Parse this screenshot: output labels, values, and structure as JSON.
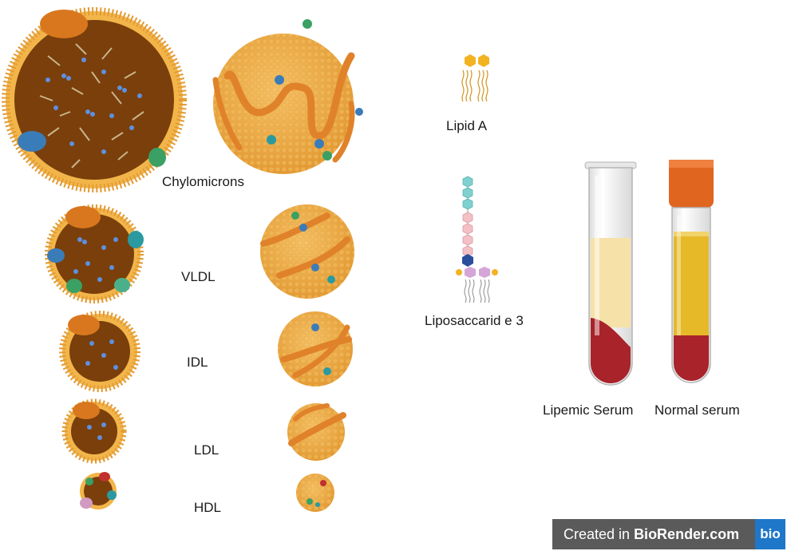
{
  "labels": {
    "chylomicrons": "Chylomicrons",
    "vldl": "VLDL",
    "idl": "IDL",
    "ldl": "LDL",
    "hdl": "HDL",
    "lipid_a": "Lipid A",
    "liposaccharide": "Liposaccarid e 3",
    "lipemic_serum": "Lipemic Serum",
    "normal_serum": "Normal serum"
  },
  "badge": {
    "prefix": "Created in",
    "brand": "BioRender.com",
    "logo": "bio"
  },
  "colors": {
    "shell": "#e9a945",
    "core": "#7a3f0b",
    "apoprotein": "#d9771e",
    "phospholipid_head": "#f2b54a",
    "cholesterol_blue": "#4a7fd0",
    "blood_red": "#a8232a",
    "lipemic_serum": "#f6e2a8",
    "normal_serum": "#e6b928",
    "cap_orange": "#e0651f",
    "badge_bg": "#5a5a5a",
    "logo_blue": "#1f77c9"
  }
}
